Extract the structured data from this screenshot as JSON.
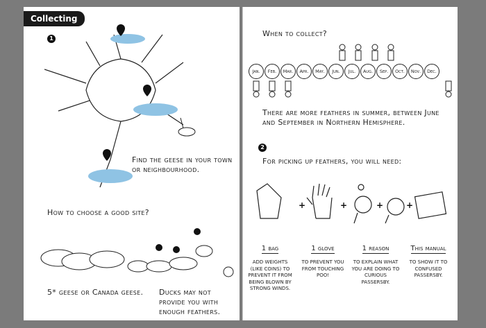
{
  "left": {
    "badge": "Collecting",
    "step1": "1",
    "find_text": "Find the geese in your town or neighbourhood.",
    "question": "How to choose a good site?",
    "geese_caption": "5* geese or Canada geese.",
    "ducks_caption": "Ducks may not provide you with enough feathers."
  },
  "right": {
    "when_title": "When to collect?",
    "months": [
      "Jan.",
      "Feb.",
      "Mar.",
      "Apr.",
      "May.",
      "Jun.",
      "Jul.",
      "Aug.",
      "Sep.",
      "Oct.",
      "Nov.",
      "Dec."
    ],
    "season_text": "There are more feathers in summer, between June and September in Northern Hemisphere.",
    "step2": "2",
    "need_title": "For picking up feathers, you will need:",
    "items": [
      {
        "title": "1 bag",
        "desc": "Add weights (like coins) to prevent it from being blown by strong winds."
      },
      {
        "title": "1 glove",
        "desc": "To prevent you from touching poo!"
      },
      {
        "title": "1 reason",
        "desc": "To explain what you are doing to curious passersby."
      },
      {
        "title": "This manual",
        "desc": "To show it to confused passersby."
      }
    ],
    "plus": "+"
  },
  "colors": {
    "water": "#8fc3e4",
    "ink": "#1a1a1a",
    "background": "#7b7b7b"
  }
}
